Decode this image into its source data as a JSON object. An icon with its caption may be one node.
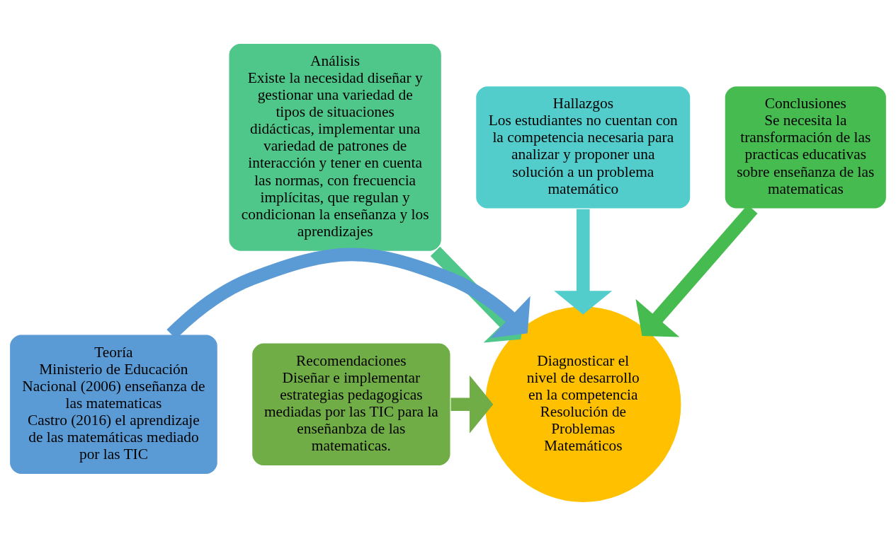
{
  "diagram": {
    "nodes": [
      {
        "text": [
          "Análisis",
          "Existe la necesidad diseñar y gestionar una variedad de tipos de situaciones didácticas, implementar una variedad de patrones de interacción y tener en cuenta las normas, con frecuencia implícitas, que regulan y condicionan la enseñanza y los aprendizajes"
        ]
      },
      {
        "text": [
          "Hallazgos",
          "Los estudiantes no cuentan con la competencia necesaria para analizar y proponer una solución a un problema matemático"
        ]
      },
      {
        "text": [
          "Conclusiones",
          "Se necesita la transformación de las practicas educativas sobre enseñanza de las matematicas"
        ]
      },
      {
        "text": [
          "Teoría",
          "Ministerio de Educación Nacional (2006) enseñanza de las matematicas",
          "Castro (2016) el aprendizaje de las matemáticas mediado por las TIC"
        ]
      },
      {
        "text": [
          "Diagnosticar el nivel de desarrollo en la competencia Resolución de Problemas Matemáticos"
        ]
      },
      {
        "text": [
          "Recomendaciones",
          "Diseñar e implementar estrategias pedagogicas mediadas por las TIC para la enseñanbza de las matematicas."
        ]
      }
    ],
    "edges": [
      {
        "from": 0,
        "to": 4,
        "arrow": "to",
        "color": "#4fc68a"
      },
      {
        "from": 1,
        "to": 4,
        "arrow": "to",
        "color": "#53cccc"
      },
      {
        "from": 2,
        "to": 4,
        "arrow": "to",
        "color": "#46bb4f"
      },
      {
        "from": 3,
        "to": 4,
        "arrow": "to",
        "color": "#5b9bd5"
      },
      {
        "from": 5,
        "to": 4,
        "arrow": "to",
        "color": "#70ad47"
      }
    ]
  }
}
